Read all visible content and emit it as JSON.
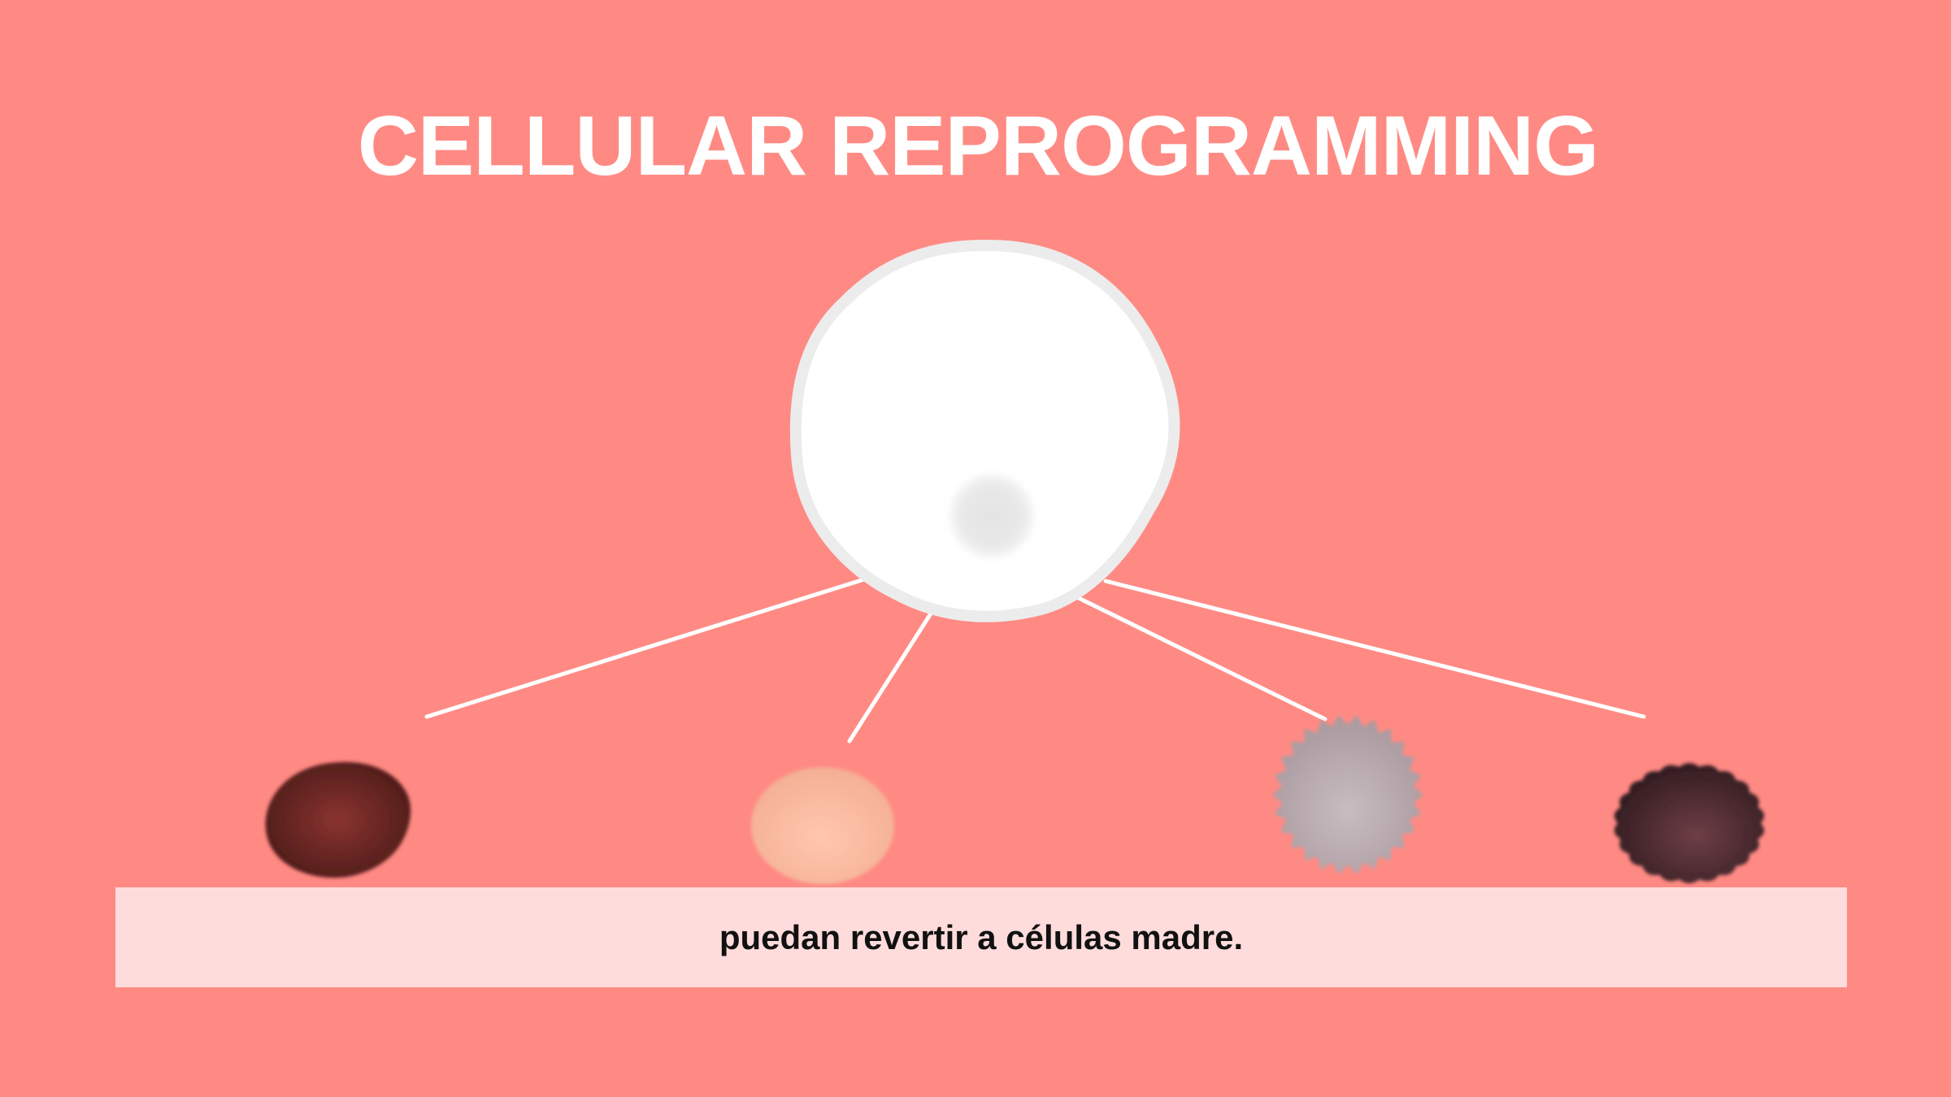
{
  "slide": {
    "title": "CELLULAR REPROGRAMMING",
    "caption": "puedan revertir a células madre."
  },
  "diagram": {
    "background_color": "#FF8A84",
    "stem_cell": {
      "fill": "#FFFFFF",
      "outline": "#EDEDED",
      "nucleus": "#E6E6E6"
    },
    "connector_color": "#FFFFFF",
    "differentiated_cells": [
      {
        "name": "dark-red-cell",
        "shape": "smooth",
        "color_light": "#8A3430",
        "color_dark": "#4A1A18"
      },
      {
        "name": "peach-cell",
        "shape": "smooth",
        "color_light": "#FFC7AE",
        "color_dark": "#F4AF94"
      },
      {
        "name": "gray-spiky-cell",
        "shape": "spiky",
        "color_light": "#C6B9BD",
        "color_dark": "#A9999E"
      },
      {
        "name": "dark-scalloped-cell",
        "shape": "scalloped",
        "color_light": "#6E3E46",
        "color_dark": "#321C20"
      }
    ]
  }
}
